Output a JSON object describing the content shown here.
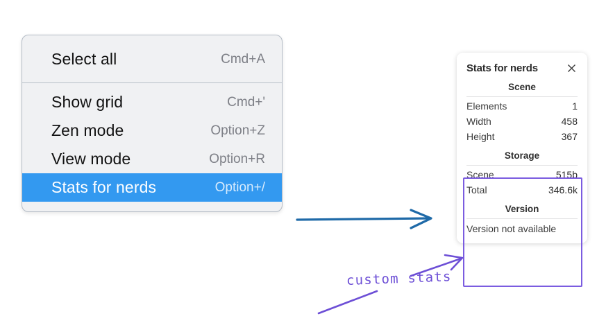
{
  "colors": {
    "menu_background": "#f0f1f3",
    "menu_border": "#b4bcc6",
    "selected_row": "#3399f0",
    "shortcut_text": "#7d7f86",
    "annotation_purple": "#6d4fd6",
    "annotation_blue": "#1f6aa8",
    "panel_background": "#ffffff"
  },
  "context_menu": {
    "sections": [
      {
        "items": [
          {
            "label": "Select all",
            "shortcut": "Cmd+A",
            "selected": false,
            "name": "menu-item-select-all"
          }
        ]
      },
      {
        "items": [
          {
            "label": "Show grid",
            "shortcut": "Cmd+'",
            "selected": false,
            "name": "menu-item-show-grid"
          },
          {
            "label": "Zen mode",
            "shortcut": "Option+Z",
            "selected": false,
            "name": "menu-item-zen-mode"
          },
          {
            "label": "View mode",
            "shortcut": "Option+R",
            "selected": false,
            "name": "menu-item-view-mode"
          },
          {
            "label": "Stats for nerds",
            "shortcut": "Option+/",
            "selected": true,
            "name": "menu-item-stats-for-nerds"
          }
        ]
      }
    ]
  },
  "stats_panel": {
    "title": "Stats for nerds",
    "close_icon": "close-icon",
    "sections": [
      {
        "title": "Scene",
        "name": "stats-section-scene",
        "rows": [
          {
            "key": "Elements",
            "value": "1"
          },
          {
            "key": "Width",
            "value": "458"
          },
          {
            "key": "Height",
            "value": "367"
          }
        ]
      },
      {
        "title": "Storage",
        "name": "stats-section-storage",
        "rows": [
          {
            "key": "Scene",
            "value": "515b"
          },
          {
            "key": "Total",
            "value": "346.6k"
          }
        ]
      },
      {
        "title": "Version",
        "name": "stats-section-version",
        "rows": [],
        "note": "Version not available"
      }
    ]
  },
  "annotations": {
    "handwritten_label": "custom stats",
    "blue_arrow_name": "blue-flow-arrow",
    "purple_arrow_name": "purple-callout-arrow"
  }
}
